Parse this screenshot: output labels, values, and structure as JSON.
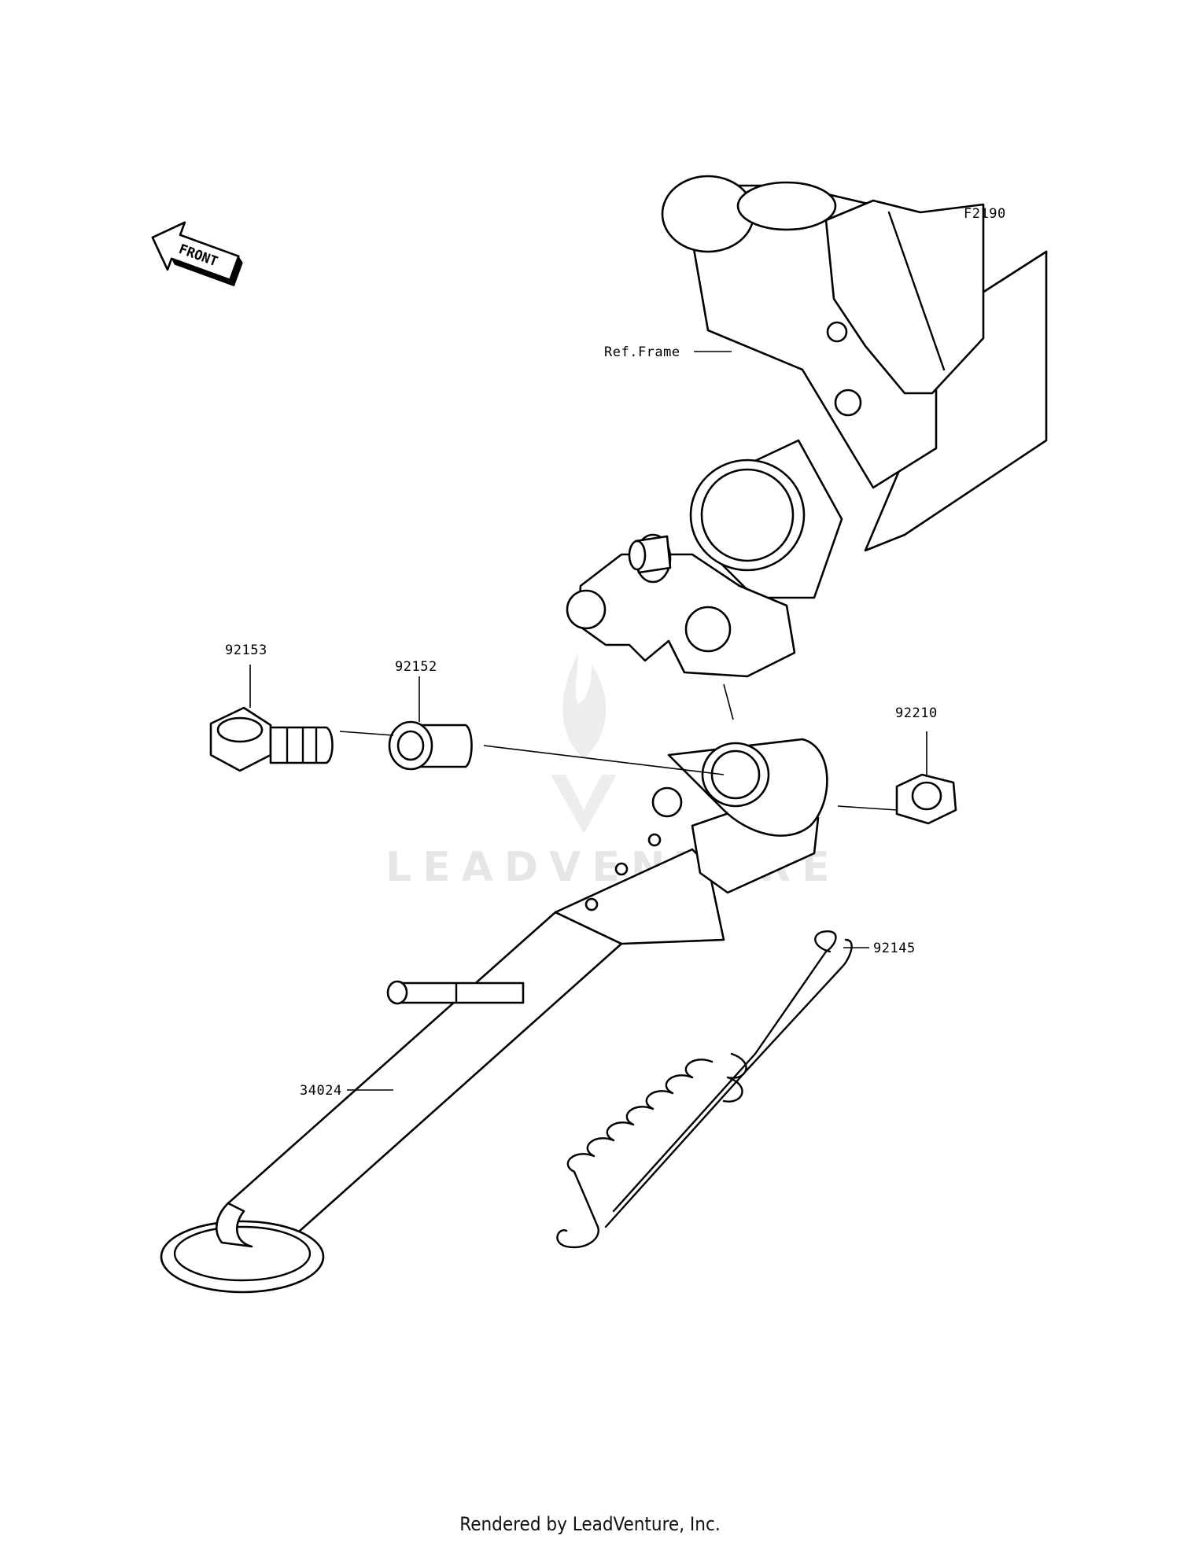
{
  "diagram": {
    "front_badge": "FRONT",
    "ref_label": "F2190",
    "frame_label": "Ref.Frame",
    "parts": [
      {
        "id": "92153",
        "label": "92153"
      },
      {
        "id": "92152",
        "label": "92152"
      },
      {
        "id": "92210",
        "label": "92210"
      },
      {
        "id": "92145",
        "label": "92145"
      },
      {
        "id": "34024",
        "label": "34024"
      }
    ],
    "watermark": "LEADVENTURE"
  },
  "footer": {
    "credit": "Rendered by LeadVenture, Inc."
  }
}
